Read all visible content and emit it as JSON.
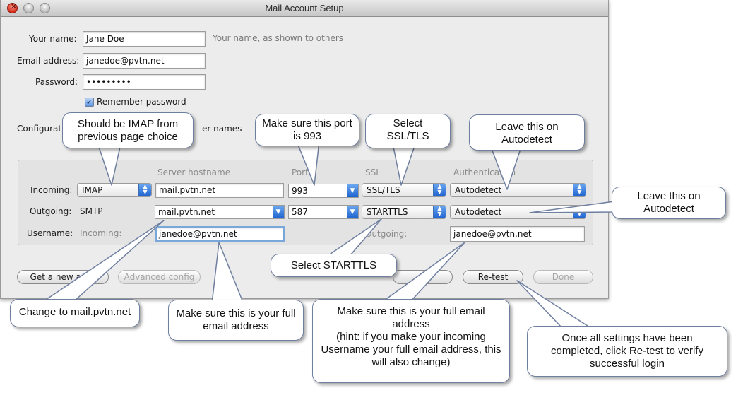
{
  "window": {
    "title": "Mail Account Setup"
  },
  "identity": {
    "name_label": "Your name:",
    "name_value": "Jane Doe",
    "name_hint": "Your name, as shown to others",
    "email_label": "Email address:",
    "email_value": "janedoe@pvtn.net",
    "password_label": "Password:",
    "password_value": "•••••••••",
    "remember_label": "Remember password"
  },
  "config_text": {
    "left": "Configurati",
    "right": "er names"
  },
  "server": {
    "columns": {
      "hostname": "Server hostname",
      "port": "Port",
      "ssl": "SSL",
      "auth": "Authentication"
    },
    "incoming": {
      "label": "Incoming:",
      "protocol": "IMAP",
      "hostname": "mail.pvtn.net",
      "port": "993",
      "ssl": "SSL/TLS",
      "auth": "Autodetect"
    },
    "outgoing": {
      "label": "Outgoing:",
      "protocol": "SMTP",
      "hostname": "mail.pvtn.net",
      "port": "587",
      "ssl": "STARTTLS",
      "auth": "Autodetect"
    },
    "username": {
      "label": "Username:",
      "incoming_label": "Incoming:",
      "incoming_value": "janedoe@pvtn.net",
      "outgoing_label": "Outgoing:",
      "outgoing_value": "janedoe@pvtn.net"
    }
  },
  "buttons": {
    "new_account": "Get a new acco",
    "advanced": "Advanced config",
    "retest": "Re-test",
    "done": "Done"
  },
  "callouts": {
    "imap": "Should be IMAP from previous page choice",
    "port": "Make sure this port is 993",
    "ssl": "Select SSL/TLS",
    "auth_in": "Leave this on Autodetect",
    "auth_out": "Leave this on Autodetect",
    "starttls": "Select STARTTLS",
    "hostname": "Change to mail.pvtn.net",
    "username_in": "Make sure this is your full email address",
    "username_out": "Make sure this is your full email address\n(hint: if you make your incoming Username your full email address, this will also change)",
    "retest": "Once all settings have been completed, click Re-test to verify successful login"
  },
  "colors": {
    "callout_border": "#6f7fa0",
    "accent": "#1e62cf"
  }
}
